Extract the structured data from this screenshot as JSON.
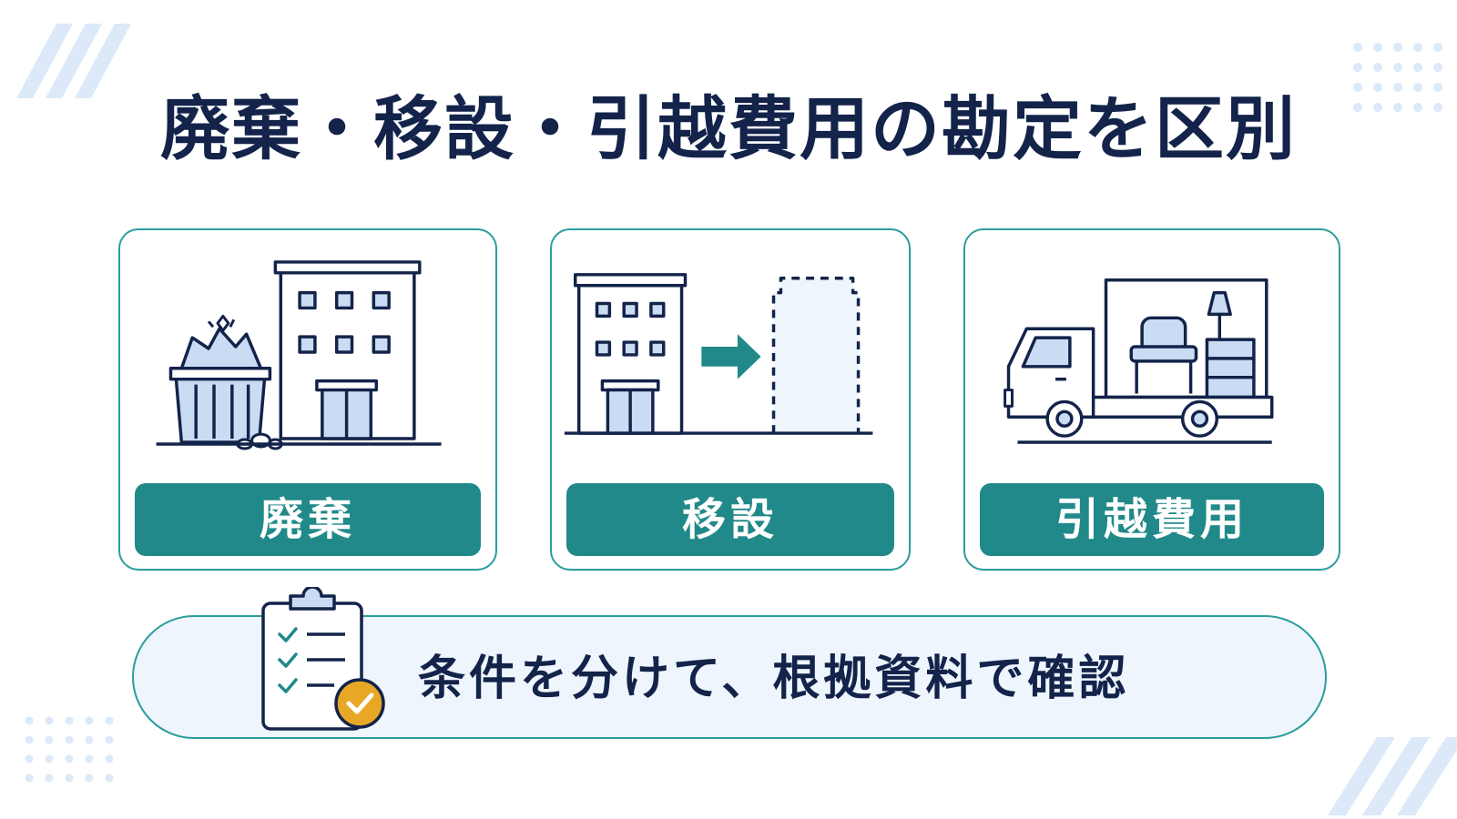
{
  "title": "廃棄・移設・引越費用の勘定を区別",
  "cards": [
    {
      "label": "廃棄",
      "icon": "demolition-building-and-debris-icon"
    },
    {
      "label": "移設",
      "icon": "building-relocation-icon"
    },
    {
      "label": "引越費用",
      "icon": "moving-truck-icon"
    }
  ],
  "banner": {
    "text": "条件を分けて、根拠資料で確認",
    "icon": "clipboard-checklist-icon"
  },
  "colors": {
    "navy": "#13234a",
    "teal": "#21898a",
    "teal_border": "#2a9d9e",
    "light_blue": "#c9dcf3",
    "banner_bg": "#eef5fc",
    "check_gold": "#e8a825"
  }
}
